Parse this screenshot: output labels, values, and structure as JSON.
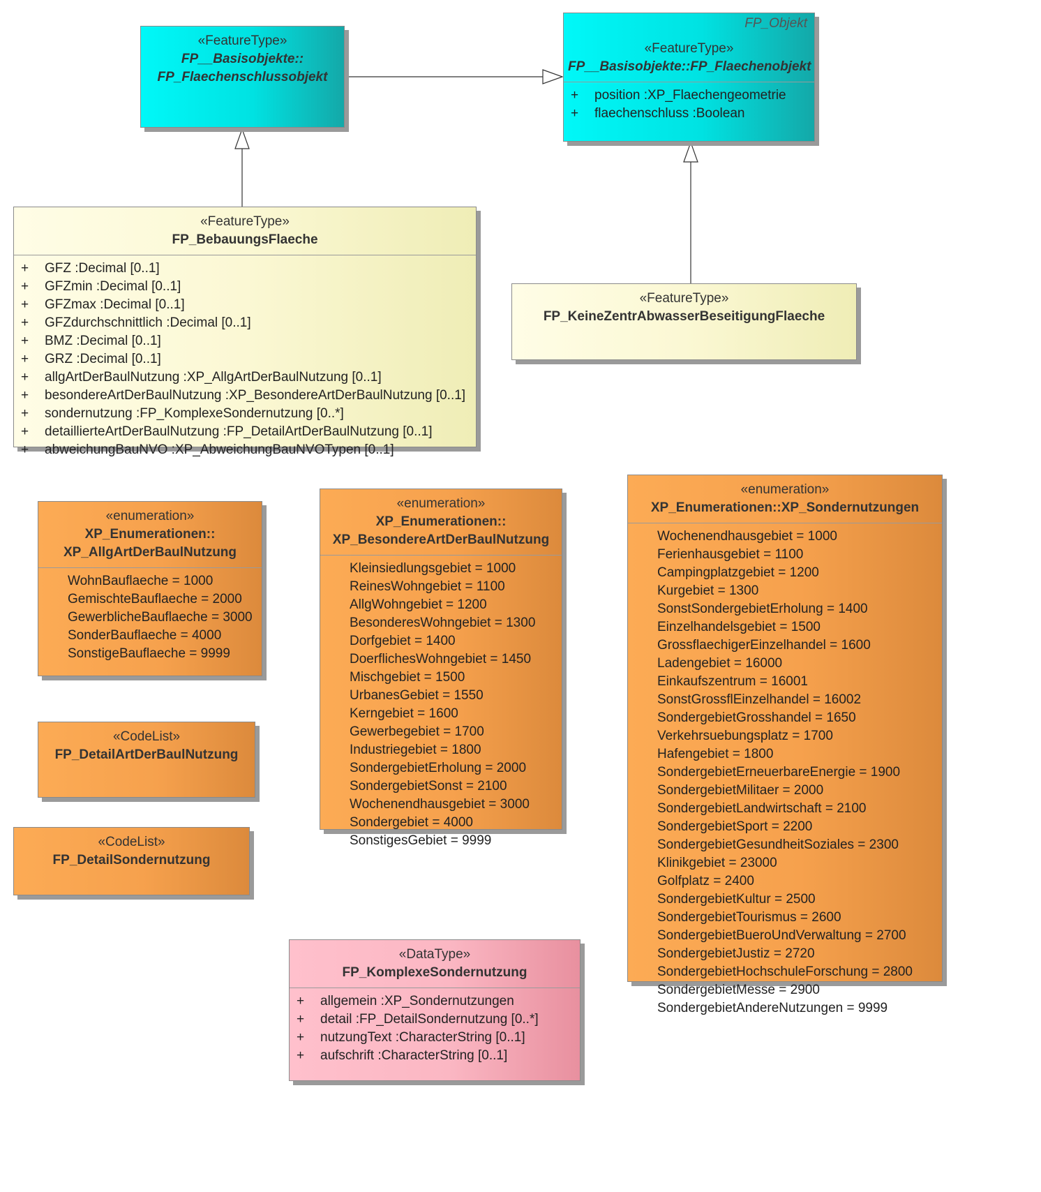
{
  "classes": {
    "flaechenschluss": {
      "stereotype": "«FeatureType»",
      "name_line1": "FP__Basisobjekte::",
      "name_line2": "FP_Flaechenschlussobjekt"
    },
    "flaechenobjekt": {
      "parent": "FP_Objekt",
      "stereotype": "«FeatureType»",
      "name": "FP__Basisobjekte::FP_Flaechenobjekt",
      "attributes": [
        {
          "vis": "+",
          "text": "position  :XP_Flaechengeometrie"
        },
        {
          "vis": "+",
          "text": "flaechenschluss  :Boolean"
        }
      ]
    },
    "bebauung": {
      "stereotype": "«FeatureType»",
      "name": "FP_BebauungsFlaeche",
      "attributes": [
        {
          "vis": "+",
          "text": "GFZ  :Decimal [0..1]"
        },
        {
          "vis": "+",
          "text": "GFZmin  :Decimal [0..1]"
        },
        {
          "vis": "+",
          "text": "GFZmax  :Decimal [0..1]"
        },
        {
          "vis": "+",
          "text": "GFZdurchschnittlich  :Decimal [0..1]"
        },
        {
          "vis": "+",
          "text": "BMZ  :Decimal [0..1]"
        },
        {
          "vis": "+",
          "text": "GRZ  :Decimal [0..1]"
        },
        {
          "vis": "+",
          "text": "allgArtDerBaulNutzung  :XP_AllgArtDerBaulNutzung [0..1]"
        },
        {
          "vis": "+",
          "text": "besondereArtDerBaulNutzung  :XP_BesondereArtDerBaulNutzung [0..1]"
        },
        {
          "vis": "+",
          "text": "sondernutzung  :FP_KomplexeSondernutzung [0..*]"
        },
        {
          "vis": "+",
          "text": "detaillierteArtDerBaulNutzung  :FP_DetailArtDerBaulNutzung [0..1]"
        },
        {
          "vis": "+",
          "text": "abweichungBauNVO  :XP_AbweichungBauNVOTypen [0..1]"
        }
      ]
    },
    "keinezentr": {
      "stereotype": "«FeatureType»",
      "name": "FP_KeineZentrAbwasserBeseitigungFlaeche"
    },
    "allgart": {
      "stereotype": "«enumeration»",
      "name_line1": "XP_Enumerationen::",
      "name_line2": "XP_AllgArtDerBaulNutzung",
      "literals": [
        "WohnBauflaeche = 1000",
        "GemischteBauflaeche = 2000",
        "GewerblicheBauflaeche = 3000",
        "SonderBauflaeche = 4000",
        "SonstigeBauflaeche = 9999"
      ]
    },
    "besondereart": {
      "stereotype": "«enumeration»",
      "name_line1": "XP_Enumerationen::",
      "name_line2": "XP_BesondereArtDerBaulNutzung",
      "literals": [
        "Kleinsiedlungsgebiet = 1000",
        "ReinesWohngebiet = 1100",
        "AllgWohngebiet = 1200",
        "BesonderesWohngebiet = 1300",
        "Dorfgebiet = 1400",
        "DoerflichesWohngebiet = 1450",
        "Mischgebiet = 1500",
        "UrbanesGebiet = 1550",
        "Kerngebiet = 1600",
        "Gewerbegebiet = 1700",
        "Industriegebiet = 1800",
        "SondergebietErholung = 2000",
        "SondergebietSonst = 2100",
        "Wochenendhausgebiet = 3000",
        "Sondergebiet = 4000",
        "SonstigesGebiet = 9999"
      ]
    },
    "sondernutzungen": {
      "stereotype": "«enumeration»",
      "name": "XP_Enumerationen::XP_Sondernutzungen",
      "literals": [
        "Wochenendhausgebiet = 1000",
        "Ferienhausgebiet = 1100",
        "Campingplatzgebiet = 1200",
        "Kurgebiet = 1300",
        "SonstSondergebietErholung = 1400",
        "Einzelhandelsgebiet = 1500",
        "GrossflaechigerEinzelhandel = 1600",
        "Ladengebiet = 16000",
        "Einkaufszentrum = 16001",
        "SonstGrossflEinzelhandel = 16002",
        "SondergebietGrosshandel = 1650",
        "Verkehrsuebungsplatz = 1700",
        "Hafengebiet = 1800",
        "SondergebietErneuerbareEnergie = 1900",
        "SondergebietMilitaer = 2000",
        "SondergebietLandwirtschaft = 2100",
        "SondergebietSport = 2200",
        "SondergebietGesundheitSoziales = 2300",
        "Klinikgebiet = 23000",
        "Golfplatz = 2400",
        "SondergebietKultur = 2500",
        "SondergebietTourismus = 2600",
        "SondergebietBueroUndVerwaltung = 2700",
        "SondergebietJustiz = 2720",
        "SondergebietHochschuleForschung = 2800",
        "SondergebietMesse = 2900",
        "SondergebietAndereNutzungen = 9999"
      ]
    },
    "detailart": {
      "stereotype": "«CodeList»",
      "name": "FP_DetailArtDerBaulNutzung"
    },
    "detailsonder": {
      "stereotype": "«CodeList»",
      "name": "FP_DetailSondernutzung"
    },
    "komplexe": {
      "stereotype": "«DataType»",
      "name": "FP_KomplexeSondernutzung",
      "attributes": [
        {
          "vis": "+",
          "text": "allgemein  :XP_Sondernutzungen"
        },
        {
          "vis": "+",
          "text": "detail  :FP_DetailSondernutzung [0..*]"
        },
        {
          "vis": "+",
          "text": "nutzungText  :CharacterString [0..1]"
        },
        {
          "vis": "+",
          "text": "aufschrift  :CharacterString [0..1]"
        }
      ]
    }
  },
  "colors": {
    "feature_cyan": "#00e5e5",
    "feature_yellow": "#fbf8d4",
    "enumeration_orange": "#f6a14d",
    "datatype_pink": "#fbb7c3",
    "connector": "#333333"
  }
}
